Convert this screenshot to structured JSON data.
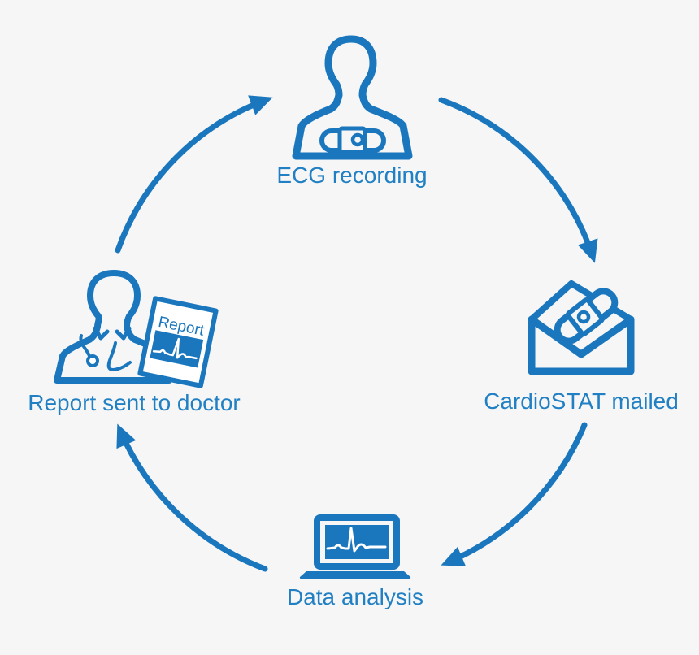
{
  "colors": {
    "background": "#f6f6f6",
    "accent": "#1b77bd",
    "label_text": "#2180c3"
  },
  "steps": [
    {
      "id": "ecg-recording",
      "label": "ECG recording",
      "icon": "patient-ecg-device-icon"
    },
    {
      "id": "cardiostat-mailed",
      "label": "CardioSTAT mailed",
      "icon": "envelope-device-icon"
    },
    {
      "id": "data-analysis",
      "label": "Data analysis",
      "icon": "laptop-ecg-icon"
    },
    {
      "id": "report-sent-to-doctor",
      "label": "Report sent to doctor",
      "icon": "doctor-report-icon"
    }
  ],
  "report_doc_label": "Report",
  "arrows": [
    {
      "from": "report-sent-to-doctor",
      "to": "ecg-recording"
    },
    {
      "from": "ecg-recording",
      "to": "cardiostat-mailed"
    },
    {
      "from": "cardiostat-mailed",
      "to": "data-analysis"
    },
    {
      "from": "data-analysis",
      "to": "report-sent-to-doctor"
    }
  ]
}
